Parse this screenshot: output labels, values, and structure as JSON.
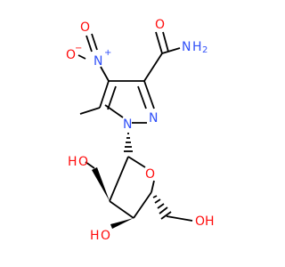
{
  "colors": {
    "carbon": "#000000",
    "nitrogen": "#3050f8",
    "oxygen": "#ff0d0d",
    "background": "#ffffff"
  },
  "labels": {
    "nitro_o_top": "O",
    "nitro_n": "N",
    "nitro_plus": "+",
    "nitro_o_minus": "O",
    "minus": "−",
    "amide_o": "O",
    "amide_n": "N",
    "amide_h2": "H",
    "amide_sub2": "2",
    "ring_n1": "N",
    "ring_n2": "N",
    "oh2_o": "O",
    "oh2_h": "H",
    "ring_o": "O",
    "oh3_h": "H",
    "oh3_o": "O",
    "ch2oh_o": "O",
    "ch2oh_h": "H"
  }
}
